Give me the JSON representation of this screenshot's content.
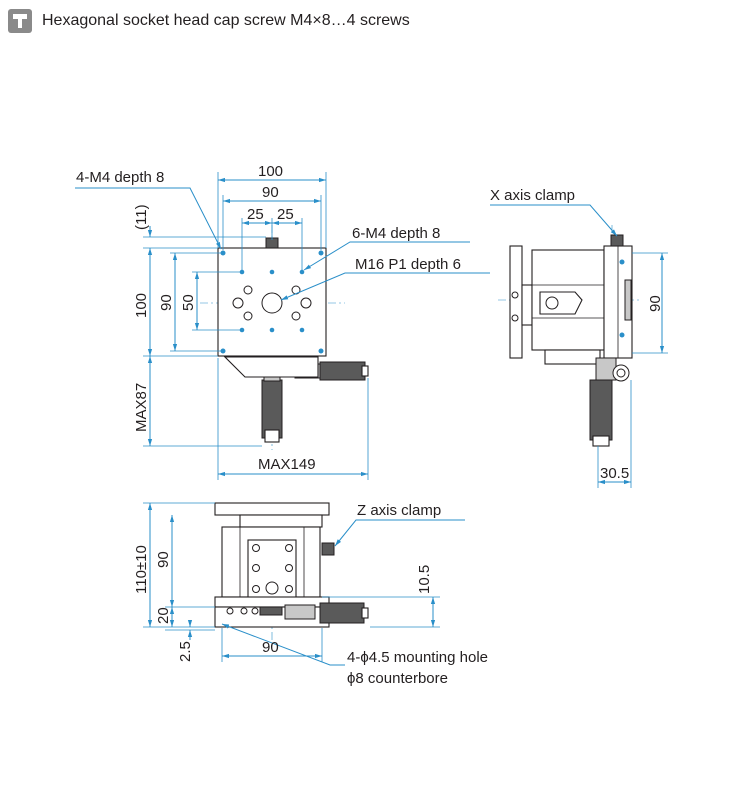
{
  "legend": {
    "icon": "hex-socket-screw-icon",
    "text": "Hexagonal socket head cap screw M4×8…4 screws"
  },
  "top_view": {
    "dim_100_top": "100",
    "dim_90_top": "90",
    "dim_25a": "25",
    "dim_25b": "25",
    "dim_11": "(11)",
    "dim_100_left": "100",
    "dim_90_left": "90",
    "dim_50_left": "50",
    "dim_max87": "MAX87",
    "dim_max149": "MAX149",
    "callout_4m4": "4-M4 depth 8",
    "callout_6m4": "6-M4 depth 8",
    "callout_m16": "M16 P1 depth 6"
  },
  "side_view": {
    "callout_x_clamp": "X axis clamp",
    "dim_90": "90",
    "dim_30_5": "30.5"
  },
  "front_view": {
    "callout_z_clamp": "Z axis clamp",
    "dim_110": "110±10",
    "dim_90_left": "90",
    "dim_20": "20",
    "dim_2_5": "2.5",
    "dim_10_5": "10.5",
    "dim_90_bottom": "90",
    "note_mounting": "4-ϕ4.5 mounting hole",
    "note_counterbore": "ϕ8 counterbore"
  },
  "colors": {
    "dimension": "#2a8fc9",
    "outline": "#231f20",
    "icon_bg": "#8a8a8a"
  }
}
